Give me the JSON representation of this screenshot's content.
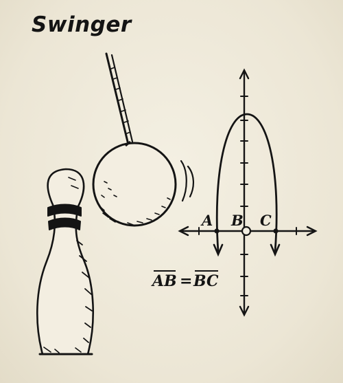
{
  "title": "Swinger",
  "graph": {
    "label_a": "A",
    "label_b": "B",
    "label_c": "C",
    "equation": {
      "left": "AB",
      "equals": "=",
      "right": "BC"
    }
  }
}
